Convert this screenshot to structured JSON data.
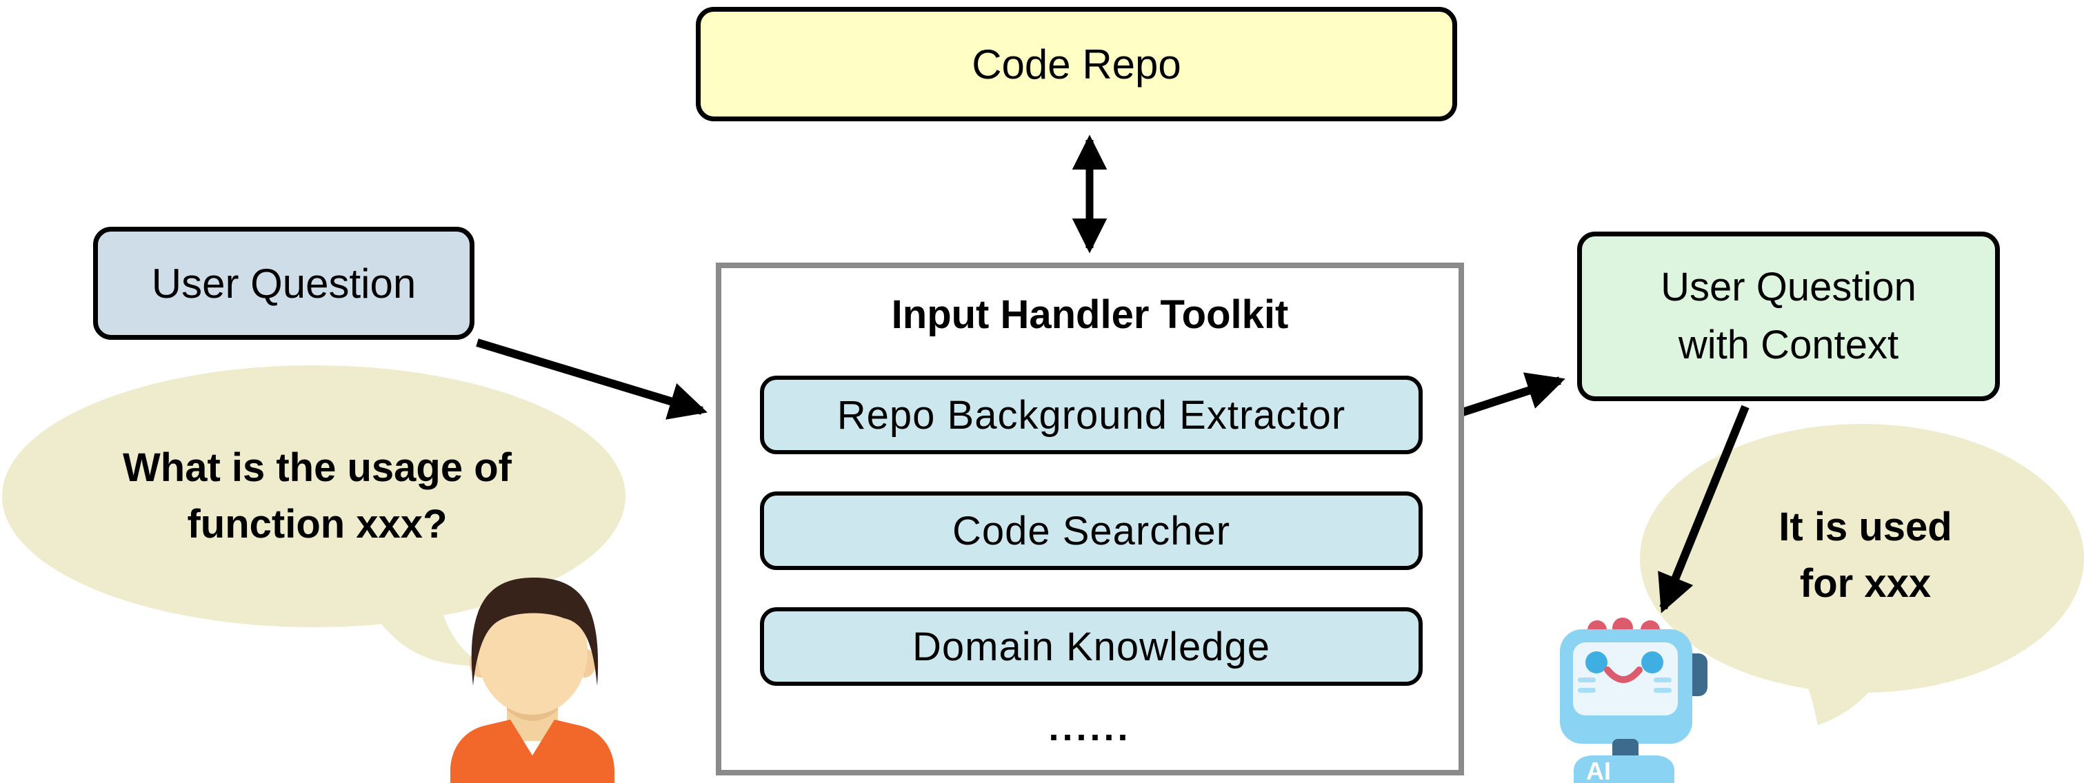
{
  "diagram": {
    "background": "#FFFFFF",
    "description": "Input Handler Toolkit pipeline: user question plus code repo produce user question with context"
  },
  "nodes": {
    "code_repo": {
      "label": "Code Repo",
      "fill": "#FFFFC5"
    },
    "input_handler_toolkit": {
      "title": "Input Handler Toolkit",
      "fill": "#FFFFFF",
      "border_color": "#8A8A8A",
      "items": [
        {
          "label": "Repo Background Extractor",
          "fill": "#CCE7ED"
        },
        {
          "label": "Code Searcher",
          "fill": "#CCE7ED"
        },
        {
          "label": "Domain Knowledge",
          "fill": "#CCE7ED"
        }
      ],
      "ellipsis": "......"
    },
    "user_question": {
      "label": "User Question",
      "fill": "#CFDDE9"
    },
    "user_question_with_context": {
      "label": "User Question\nwith Context",
      "fill": "#DDF5DF"
    }
  },
  "speech_bubbles": {
    "user": {
      "text": "What is the usage of\nfunction xxx?",
      "fill": "#EEECCC"
    },
    "assistant": {
      "text": "It is used\nfor xxx",
      "fill": "#EEECCC"
    }
  },
  "robot": {
    "badge": "AI"
  },
  "edges": [
    {
      "from": "code_repo",
      "to": "input_handler_toolkit",
      "style": "double-headed"
    },
    {
      "from": "user_question",
      "to": "input_handler_toolkit",
      "style": "arrow"
    },
    {
      "from": "input_handler_toolkit",
      "to": "user_question_with_context",
      "style": "arrow"
    },
    {
      "from": "user_question_with_context",
      "to": "robot",
      "style": "arrow"
    }
  ],
  "colors": {
    "arrow": "#000000",
    "person_hair": "#38231B",
    "person_skin": "#F8DAAC",
    "person_shirt": "#F2672A",
    "robot_body": "#8BD3F2",
    "robot_screen": "#EAF5FC",
    "robot_eye": "#3FAEE2",
    "robot_accent_red": "#DC5B6C",
    "robot_dark": "#3D6B8E"
  }
}
